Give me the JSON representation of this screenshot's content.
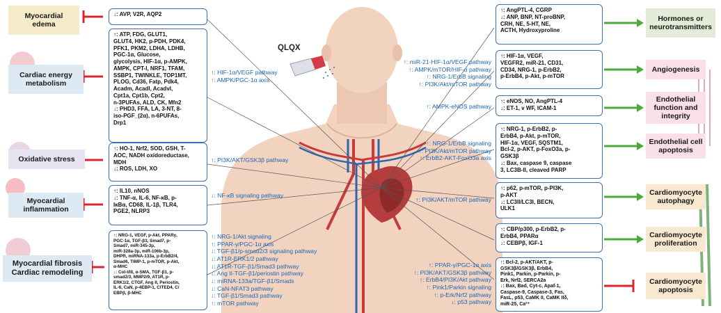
{
  "drug": "QLQX",
  "left_labels": [
    {
      "key": "edema",
      "lines": [
        "Myocardial",
        "edema"
      ],
      "bg": "#f5ebc9"
    },
    {
      "key": "energy",
      "lines": [
        "Cardiac energy",
        "metabolism"
      ],
      "bg": "#dde9f3"
    },
    {
      "key": "oxidative",
      "lines": [
        "Oxidative stress"
      ],
      "bg": "#e7e3f3"
    },
    {
      "key": "inflammation",
      "lines": [
        "Myocardial",
        "inflammation"
      ],
      "bg": "#dde9f3"
    },
    {
      "key": "fibrosis",
      "lines": [
        "Myocardial fibrosis",
        "Cardiac remodeling"
      ],
      "bg": "#dde9f3"
    }
  ],
  "right_labels": [
    {
      "key": "hormones",
      "lines": [
        "Hormones or",
        "neurotransmitters"
      ],
      "bg": "#e3ecd8"
    },
    {
      "key": "angiogenesis",
      "lines": [
        "Angiogenesis"
      ],
      "bg": "#f9e0e6"
    },
    {
      "key": "endothelial",
      "lines": [
        "Endothelial",
        "function and",
        "integrity"
      ],
      "bg": "#f9e0e6"
    },
    {
      "key": "apoptosis_endo",
      "lines": [
        "Endothelial cell",
        "apoptosis"
      ],
      "bg": "#f9e0e6"
    },
    {
      "key": "autophagy",
      "lines": [
        "Cardiomyocyte",
        "autophagy"
      ],
      "bg": "#f7e8cf"
    },
    {
      "key": "proliferation",
      "lines": [
        "Cardiomyocyte",
        "proliferation"
      ],
      "bg": "#f7e8cf"
    },
    {
      "key": "apoptosis_cardio",
      "lines": [
        "Cardiomyocyte",
        "apoptosis"
      ],
      "bg": "#f7e8cf"
    }
  ],
  "left_boxes": [
    {
      "key": "edema",
      "lines": [
        "↓: AVP, V2R, AQP2"
      ]
    },
    {
      "key": "energy",
      "lines": [
        "↑: ATP, FDG, GLUT1,",
        "GLUT4, HK2, p-PDH, PDK4,",
        "PFK1, PKM2, LDHA, LDHB,",
        "PGC-1α, Glucose,",
        "glycolysis, HIF-1α, p-AMPK,",
        "AMPK, CPT-I, NRF1, TFAM,",
        "SSBP1, TWINKLE, TOP1MT,",
        "PLOG, Cd36, Fatp, Pdk4,",
        "Acadm, Acadl, Acadvl,",
        "Cpt1a, Cpt1b, Cpt2,",
        "n-3PUFAs, ALD, CK, Mfn2",
        "↓: PHD3, FFA, LA, 3-NT, 8-",
        "iso-PGF_(2α), n-6PUFAs,",
        "Drp1"
      ]
    },
    {
      "key": "oxidative",
      "lines": [
        "↑: HO-1, Nrf2, SOD, GSH, T-",
        "AOC, NADH oxidoreductase,",
        "MDH",
        "↓: ROS, LDH, XO"
      ]
    },
    {
      "key": "inflammation",
      "lines": [
        "↑: IL10, nNOS",
        "↓: TNF-α, IL-6, NF-κB, p-",
        "IκBα, CD68, IL-1β, TLR4,",
        "PGE2, NLRP3"
      ]
    },
    {
      "key": "fibrosis",
      "lines": [
        "↑: NRG-1, VEGF, p-Akt, PPARγ,",
        "PGC-1α, TGF-β3, Smad7, p-",
        "Smad7, miR-345-3p,",
        "miR-328a-3p, miR-106b-3p,",
        "DHPR, miRNA-133a, p-ErbB2/4,",
        "Smad6, TIMP-1, p-mTOR, p-Akt,",
        "α-MHC",
        "↓: Col-I/III, α-SMA, TGF-β1, p-",
        "smad2/3, MMP2/9, AT1R, p-",
        "ERK1/2, CTGF, Ang II, Periostin,",
        "IL-6, CaN, p-4EBP-1, CITED4, C/",
        "EBPβ, β-MHC"
      ]
    }
  ],
  "right_boxes": [
    {
      "key": "hormones",
      "lines": [
        "↑: AngPTL-4, CGRP",
        "↓: ANP, BNP, NT-proBNP,",
        "CRH, NE, 5-HT, NE,",
        "ACTH, Hydroxyproline"
      ]
    },
    {
      "key": "angiogenesis",
      "lines": [
        "↑: HIF-1α, VEGF,",
        "VEGFR2, miR-21, CD31,",
        "CD34, NRG-1, p-ErbB2,",
        "p-ErbB4, p-Akt, p-mTOR"
      ]
    },
    {
      "key": "endothelial",
      "lines": [
        "↑: eNOS, NO, AngPTL-4",
        "↓: ET-1, v WF, ICAM-1"
      ]
    },
    {
      "key": "apoptosis_endo",
      "lines": [
        "↑: NRG-1, p-ErbB2, p-",
        "ErbB4, p-Akt, p-mTOR,",
        "HIF-1α, VEGF, SQSTM1,",
        "Bcl-2, p-AKT, p-FoxO3a, p-",
        "GSK3β",
        "↓: Bax, caspase 9, caspase",
        "3, LC3B-II, cleaved PARP"
      ]
    },
    {
      "key": "autophagy",
      "lines": [
        "↑: p62, p-mTOR, p-PI3K,",
        "p-AKT",
        "↓: LC3II/LC3I, BECN,",
        "ULK1"
      ]
    },
    {
      "key": "proliferation",
      "lines": [
        "↑: CBP/p300, p-ErbB2, p-",
        "ErbB4, PPARα",
        "↓: CEBPβ, IGF-1"
      ]
    },
    {
      "key": "apoptosis_cardio",
      "lines": [
        "↑: Bcl-2, p-AKT/AKT, p-",
        "GSK3β/GSK3β, ErbB4,",
        "Pink1, Parkin, p-Parkin, p-",
        "Erk, Nrf2, SERCA2a",
        "↓: Bax, Bad, Cyt-c, Apaf-1,",
        "Caspase-9, Caspase-3, Fas,",
        "FasL, p53, CaMK II, CaMK IIδ,",
        "miR-25, Ca²⁺"
      ]
    }
  ],
  "pathways": {
    "energy": [
      "↑: HIF-1α/VEGF pathway",
      "↑: AMPK/PGC-1α axis"
    ],
    "oxidative": [
      "↑: PI3K/AKT/GSK3β pathway"
    ],
    "inflammation": [
      "↓: NF-κB signaling pathway"
    ],
    "fibrosis": [
      "↑: NRG-1/Akt signaling",
      "↑: PPAR-γ/PGC-1α axis",
      "↓: TGF-β1/p-smad2/3 signaling pathway",
      "↓: AT1R-ERK1/2 pathway",
      "↓: AT1R-TGF-β1/Smad3 pathway",
      "↓: Ang II-TGF-β1/periostin pathway",
      "↓: miRNA-133a/TGF-β1/Smads",
      "↓: CaN-NFAT3 pathway",
      "↓: TGF-β1/Smad3 pathway",
      "↑: mTOR pathway"
    ],
    "angiogenesis": [
      "↑: miR-21-HIF-1α/VEGF pathway",
      "↑: AMPK/mTOR/HIF-α pathway",
      "↑: NRG-1/ErbB signaling",
      "↑: PI3K/Akt/mTOR pathway"
    ],
    "endothelial": [
      "↑: AMPK-eNOS pathway"
    ],
    "apoptosis_endo": [
      "↑: NRG-1/ErbB signaling",
      "↑: PI3K/Akt/mTOR pathway",
      "↑: ErbB2-AKT-FoxO3a axis"
    ],
    "autophagy": [
      "↑: PI3K/AKT/mTOR pathway"
    ],
    "apoptosis_cardio": [
      "↑: PPAR-γ/PGC-1α axis",
      "↑: PI3K/AKT/GSK3β pathway",
      "↑: ErbB4/PI3K/Akt pathway",
      "↑: Pink1/Parkin signaling",
      "↑: p-Erk/Nrf2 pathway",
      "↓: p53 pathway"
    ]
  },
  "colors": {
    "box_border": "#3a6fb5",
    "pathway_text": "#1a67b8",
    "inhibit": "#d7262e",
    "promote": "#4caa3c",
    "skin": "#efd0bb"
  }
}
